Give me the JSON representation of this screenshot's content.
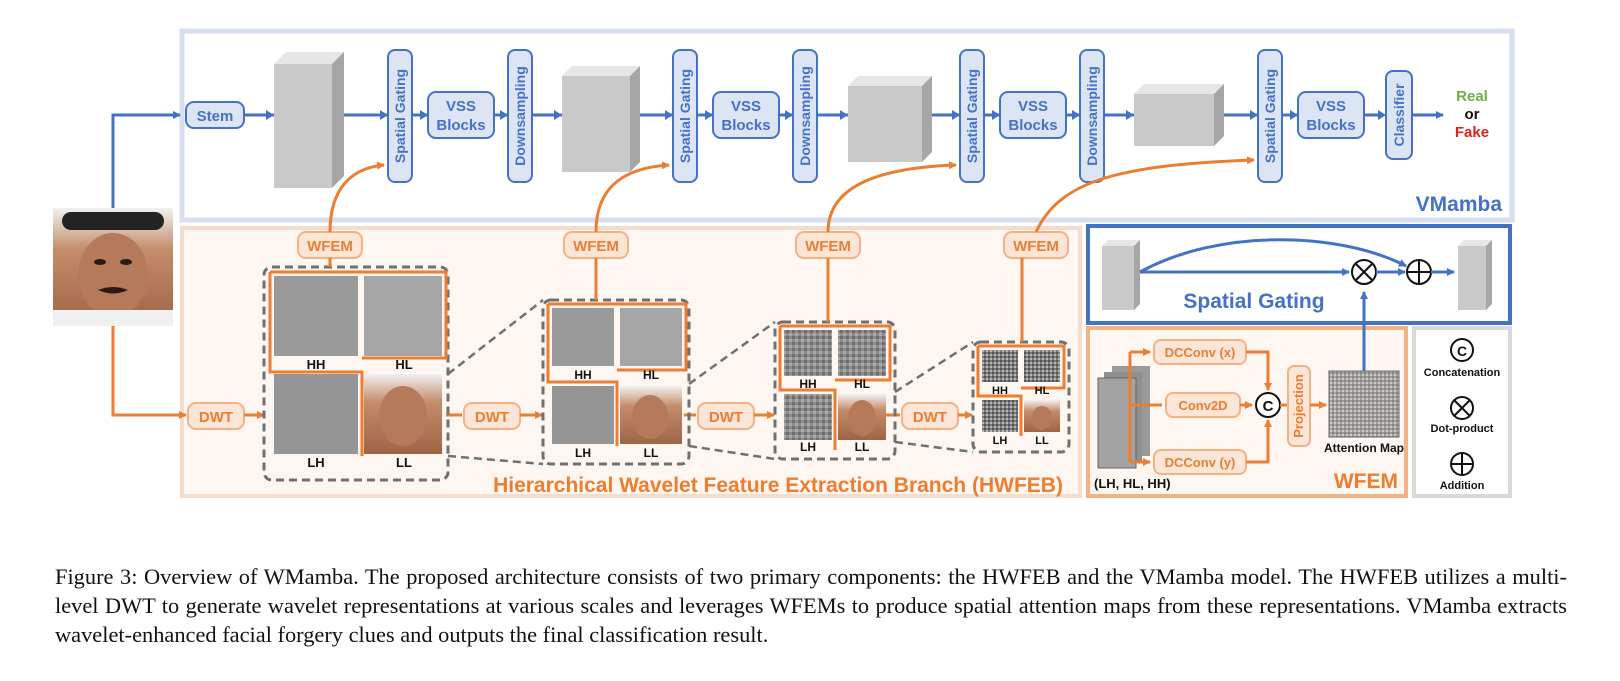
{
  "vmamba": {
    "title": "VMamba",
    "stem": "Stem",
    "spatial_gating": "Spatial Gating",
    "vss_line1": "VSS",
    "vss_line2": "Blocks",
    "downsampling": "Downsampling",
    "classifier": "Classifier",
    "out_real": "Real",
    "out_or": "or",
    "out_fake": "Fake"
  },
  "hwfeb": {
    "title": "Hierarchical Wavelet Feature Extraction Branch (HWFEB)",
    "wfem": "WFEM",
    "dwt": "DWT",
    "bands": [
      "HH",
      "HL",
      "LH",
      "LL"
    ]
  },
  "gating_panel": {
    "title": "Spatial Gating"
  },
  "wfem_panel": {
    "title": "WFEM",
    "dcconv_x": "DCConv (x)",
    "conv2d": "Conv2D",
    "dcconv_y": "DCConv (y)",
    "projection": "Projection",
    "attention_map": "Attention Map",
    "input_label": "(LH, HL, HH)",
    "concat_symbol": "C"
  },
  "legend": {
    "concatenation": "Concatenation",
    "dot_product": "Dot-product",
    "addition": "Addition"
  },
  "caption": "Figure 3: Overview of WMamba. The proposed architecture consists of two primary components: the HWFEB and the VMamba model. The HWFEB utilizes a multi-level DWT to generate wavelet representations at various scales and leverages WFEMs to produce spatial attention maps from these representations. VMamba extracts wavelet-enhanced facial forgery clues and outputs the final classification result.",
  "colors": {
    "blue": "#4472c4",
    "orange": "#ed7d31",
    "real_green": "#70ad47",
    "fake_red": "#e0201b"
  }
}
